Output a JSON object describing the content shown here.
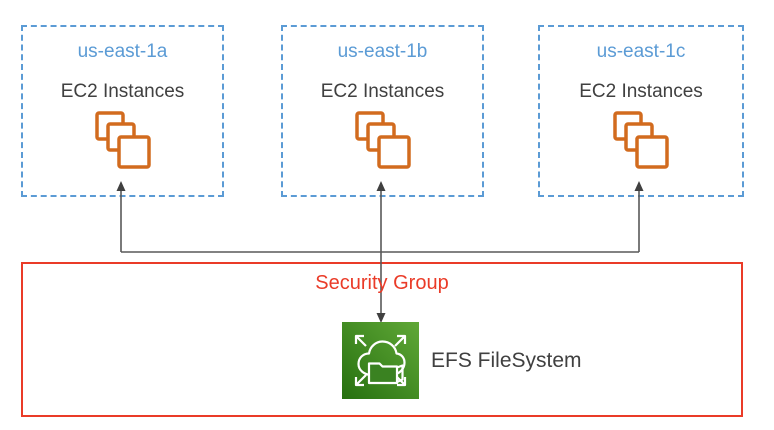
{
  "diagram": {
    "availability_zones": [
      {
        "name": "us-east-1a",
        "sublabel": "EC2 Instances"
      },
      {
        "name": "us-east-1b",
        "sublabel": "EC2 Instances"
      },
      {
        "name": "us-east-1c",
        "sublabel": "EC2 Instances"
      }
    ],
    "security_group_label": "Security Group",
    "efs_label": "EFS FileSystem",
    "connections": [
      {
        "from": "EFS FileSystem",
        "to": "us-east-1a EC2 Instances",
        "arrow": "up"
      },
      {
        "from": "EFS FileSystem",
        "to": "us-east-1b EC2 Instances",
        "arrow": "both"
      },
      {
        "from": "EFS FileSystem",
        "to": "us-east-1c EC2 Instances",
        "arrow": "up"
      }
    ],
    "colors": {
      "az_blue": "#5B9BD5",
      "text_dark": "#404040",
      "ec2_orange": "#D26B1E",
      "security_red": "#EA3B28",
      "connector_gray": "#595959",
      "efs_green_dark": "#26700F",
      "efs_green_light": "#60A837"
    }
  }
}
